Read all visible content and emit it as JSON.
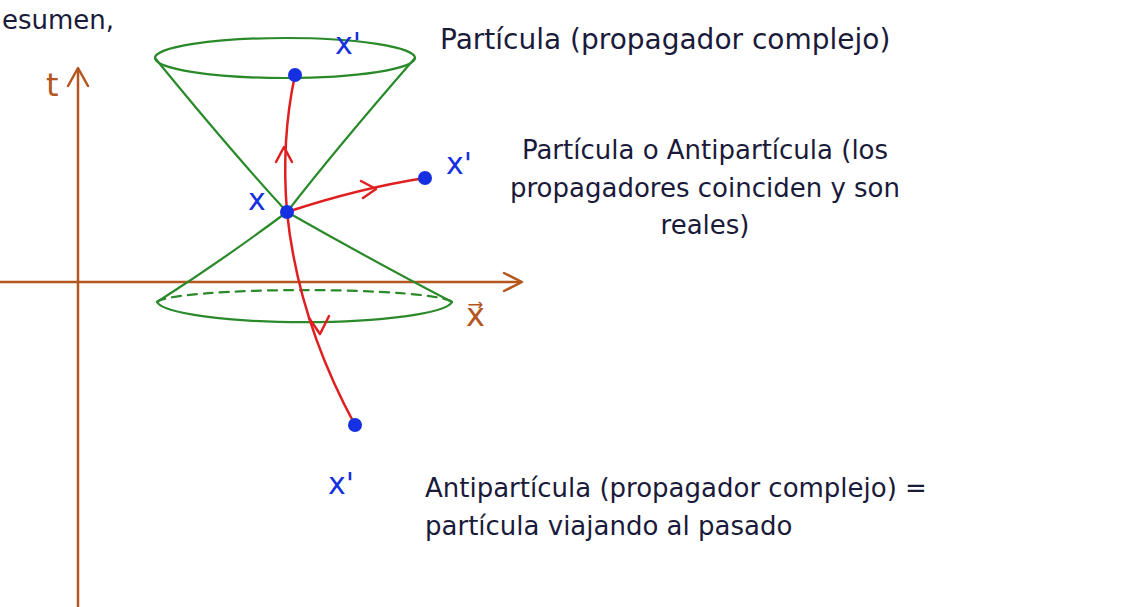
{
  "diagram": {
    "labels": [
      "esumen,",
      "t",
      "x'",
      "Partícula (propagador complejo)",
      "x",
      "x'",
      "Partícula o Antipartícula (los propagadores coinciden y son reales)",
      "x⃗",
      "x'",
      "Antipartícula (propagador complejo) = partícula viajando al pasado"
    ]
  }
}
